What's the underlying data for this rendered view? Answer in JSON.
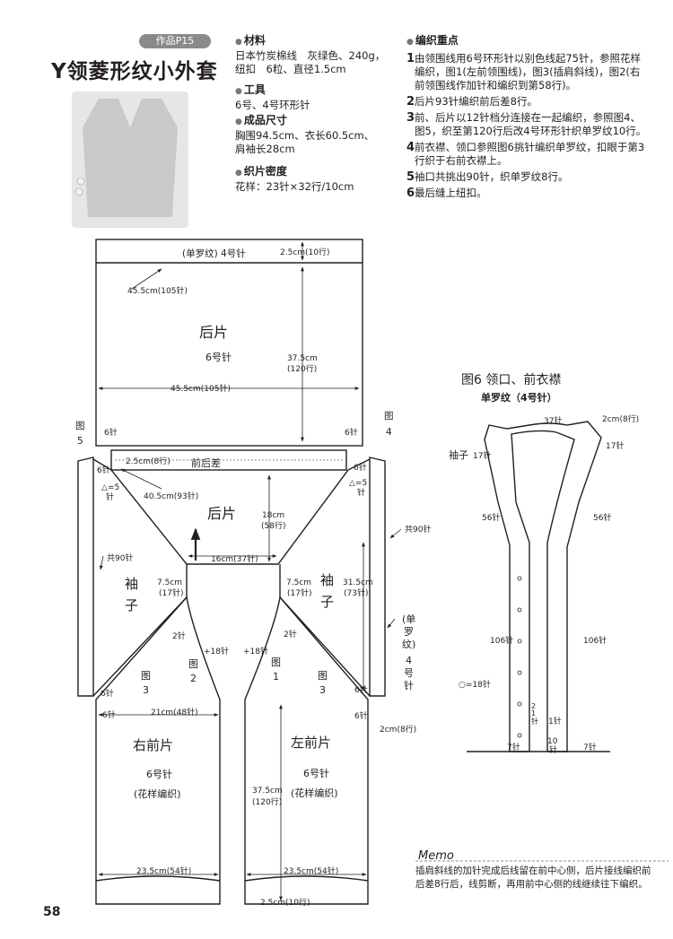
{
  "header": {
    "badge": "作品P15",
    "title": "Y领菱形纹小外套",
    "page_number": "58"
  },
  "materials": {
    "heading": "材料",
    "lines": [
      "日本竹炭棉线　灰绿色、240g，",
      "纽扣　6粒、直径1.5cm"
    ]
  },
  "tools": {
    "heading": "工具",
    "lines": [
      "6号、4号环形针"
    ]
  },
  "size": {
    "heading": "成品尺寸",
    "lines": [
      "胸围94.5cm、衣长60.5cm、",
      "肩袖长28cm"
    ]
  },
  "gauge": {
    "heading": "织片密度",
    "lines": [
      "花样：23针×32行/10cm"
    ]
  },
  "knitting_points": {
    "heading": "编织重点",
    "steps": [
      {
        "n": "1",
        "text": "由领围线用6号环形针以别色线起75针，参照花样\n编织，图1(左前领围线)，图3(插肩斜线)，图2(右\n前领围线作加针和编织到第58行)。"
      },
      {
        "n": "2",
        "text": "后片93针编织前后差8行。"
      },
      {
        "n": "3",
        "text": "前、后片以12针档分连接在一起编织，参照图4、\n图5，织至第120行后改4号环形针织单罗纹10行。"
      },
      {
        "n": "4",
        "text": "前衣襟、领口参照图6挑针编织单罗纹，扣眼于第3\n行织于右前衣襟上。"
      },
      {
        "n": "5",
        "text": "袖口共挑出90针，织单罗纹8行。"
      },
      {
        "n": "6",
        "text": "最后缝上纽扣。"
      }
    ]
  },
  "schematic": {
    "back_rib_label": "(单罗纹) 4号针",
    "back_rib_rows": "2.5cm(10行)",
    "back_width_top": "45.5cm(105针)",
    "back_title": "后片",
    "back_needle": "6号针",
    "back_len_cm": "37.5cm",
    "back_len_rows": "(120行)",
    "back_width_bottom": "45.5cm(105针)",
    "fig5_a": "图",
    "fig5_b": "5",
    "fig4_a": "图",
    "fig4_b": "4",
    "six_st": "6针",
    "front_back_diff_rows": "2.5cm(8行)",
    "front_back_diff": "前后差",
    "delta_5": "△=5",
    "delta_5b": "针",
    "delta_5r": "△=5",
    "raglan_width": "40.5cm(93针)",
    "raglan_back_title": "后片",
    "raglan_h_cm": "18cm",
    "raglan_h_rows": "(58行)",
    "neck_back": "16cm(37针)",
    "total_90_l": "共90针",
    "total_90_r": "共90针",
    "sleeve_l_a": "袖",
    "sleeve_l_b": "子",
    "sleeve_r_a": "袖",
    "sleeve_r_b": "子",
    "sl_w_l_cm": "7.5cm",
    "sl_w_l_st": "(17针)",
    "sl_w_r_cm": "7.5cm",
    "sl_w_r_st": "(17针)",
    "sl_len_cm": "31.5cm",
    "sl_len_st": "(73针)",
    "sleeve_rib_a": "(单",
    "sleeve_rib_b": "罗",
    "sleeve_rib_c": "纹)",
    "sleeve_rib_d": "4",
    "sleeve_rib_e": "号",
    "sleeve_rib_f": "针",
    "two_st_l": "2针",
    "two_st_r": "2针",
    "plus18_l": "+18针",
    "plus18_r": "+18针",
    "fig2_a": "图",
    "fig2_b": "2",
    "fig1_a": "图",
    "fig1_b": "1",
    "fig3l_a": "图",
    "fig3l_b": "3",
    "fig3r_a": "图",
    "fig3r_b": "3",
    "front_w_l": "21cm(48针)",
    "hem_8": "2cm(8行)",
    "rf_title": "右前片",
    "rf_needle": "6号针",
    "rf_pattern": "(花样编织)",
    "lf_title": "左前片",
    "lf_needle": "6号针",
    "lf_pattern": "(花样编织)",
    "front_len_cm": "37.5cm",
    "front_len_rows": "(120行)",
    "front_bottom_l": "23.5cm(54针)",
    "front_bottom_r": "23.5cm(54针)",
    "front_rib_rows": "2.5cm(10行)",
    "fig6_title": "图6 领口、前衣襟",
    "fig6_sub": "单罗纹（4号针）",
    "f6_37": "37针",
    "f6_2cm": "2cm(8行)",
    "f6_17r": "17针",
    "f6_sleeve": "袖子",
    "f6_17l": "17针",
    "f6_56l": "56针",
    "f6_56r": "56针",
    "f6_106l": "106针",
    "f6_106r": "106针",
    "f6_legend": "○=18针",
    "f6_21a": "2",
    "f6_21b": "1",
    "f6_21c": "针",
    "f6_1": "1针",
    "f6_7l": "7针",
    "f6_10a": "10",
    "f6_10b": "针",
    "f6_7r": "7针"
  },
  "memo": {
    "title": "Memo",
    "text": "插肩斜线的加针完成后线留在前中心侧，后片接线编织前\n后差8行后，线剪断，再用前中心侧的线继续往下编织。"
  }
}
